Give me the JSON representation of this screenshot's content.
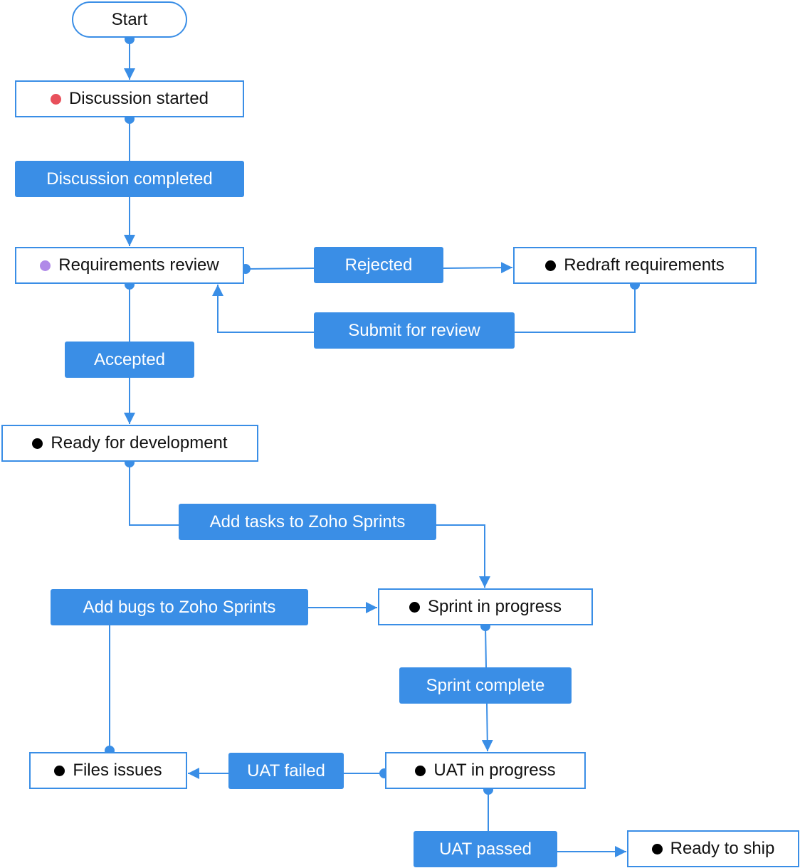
{
  "colors": {
    "line": "#3a8ee6",
    "transition_fill": "#3a8ee6",
    "dot_red": "#e8505b",
    "dot_purple": "#b08ae8",
    "dot_black": "#000000"
  },
  "start": {
    "label": "Start"
  },
  "states": {
    "discussion_started": {
      "label": "Discussion started",
      "dot": "red"
    },
    "requirements_review": {
      "label": "Requirements review",
      "dot": "purple"
    },
    "redraft_requirements": {
      "label": "Redraft requirements",
      "dot": "black"
    },
    "ready_for_development": {
      "label": "Ready for development",
      "dot": "black"
    },
    "sprint_in_progress": {
      "label": "Sprint in progress",
      "dot": "black"
    },
    "files_issues": {
      "label": "Files issues",
      "dot": "black"
    },
    "uat_in_progress": {
      "label": "UAT in progress",
      "dot": "black"
    },
    "ready_to_ship": {
      "label": "Ready to ship",
      "dot": "black"
    }
  },
  "transitions": {
    "discussion_completed": "Discussion completed",
    "rejected": "Rejected",
    "submit_for_review": "Submit for review",
    "accepted": "Accepted",
    "add_tasks": "Add tasks to Zoho Sprints",
    "add_bugs": "Add bugs to Zoho Sprints",
    "sprint_complete": "Sprint complete",
    "uat_failed": "UAT failed",
    "uat_passed": "UAT passed"
  }
}
